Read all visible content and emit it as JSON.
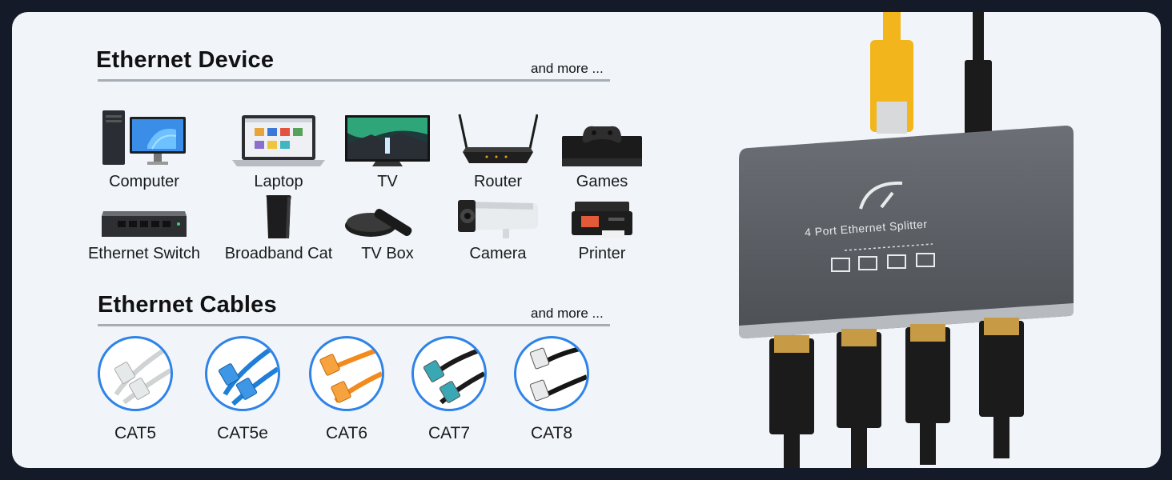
{
  "devices_section": {
    "title": "Ethernet Device",
    "more": "and more ...",
    "items": [
      {
        "label": "Computer",
        "icon": "computer-icon"
      },
      {
        "label": "Laptop",
        "icon": "laptop-icon"
      },
      {
        "label": "TV",
        "icon": "tv-icon"
      },
      {
        "label": "Router",
        "icon": "router-icon"
      },
      {
        "label": "Games",
        "icon": "game-console-icon"
      },
      {
        "label": "Ethernet Switch",
        "icon": "ethernet-switch-icon"
      },
      {
        "label": "Broadband Cat",
        "icon": "broadband-modem-icon"
      },
      {
        "label": "TV Box",
        "icon": "tv-box-icon"
      },
      {
        "label": "Camera",
        "icon": "security-camera-icon"
      },
      {
        "label": "Printer",
        "icon": "printer-icon"
      }
    ]
  },
  "cables_section": {
    "title": "Ethernet Cables",
    "more": "and more ...",
    "items": [
      {
        "label": "CAT5",
        "color": "#cfd3d3"
      },
      {
        "label": "CAT5e",
        "color": "#1f7fd6"
      },
      {
        "label": "CAT6",
        "color": "#f28a1c"
      },
      {
        "label": "CAT7",
        "color": "#1b1b1b"
      },
      {
        "label": "CAT8",
        "color": "#151515"
      }
    ]
  },
  "product": {
    "label": "4 Port Ethernet Splitter",
    "body_color": "#5a5d62",
    "input_cable_color": "#f2b51c"
  },
  "colors": {
    "background": "#141a28",
    "card": "#f1f5f9",
    "accent_ring": "#2f83e8"
  }
}
